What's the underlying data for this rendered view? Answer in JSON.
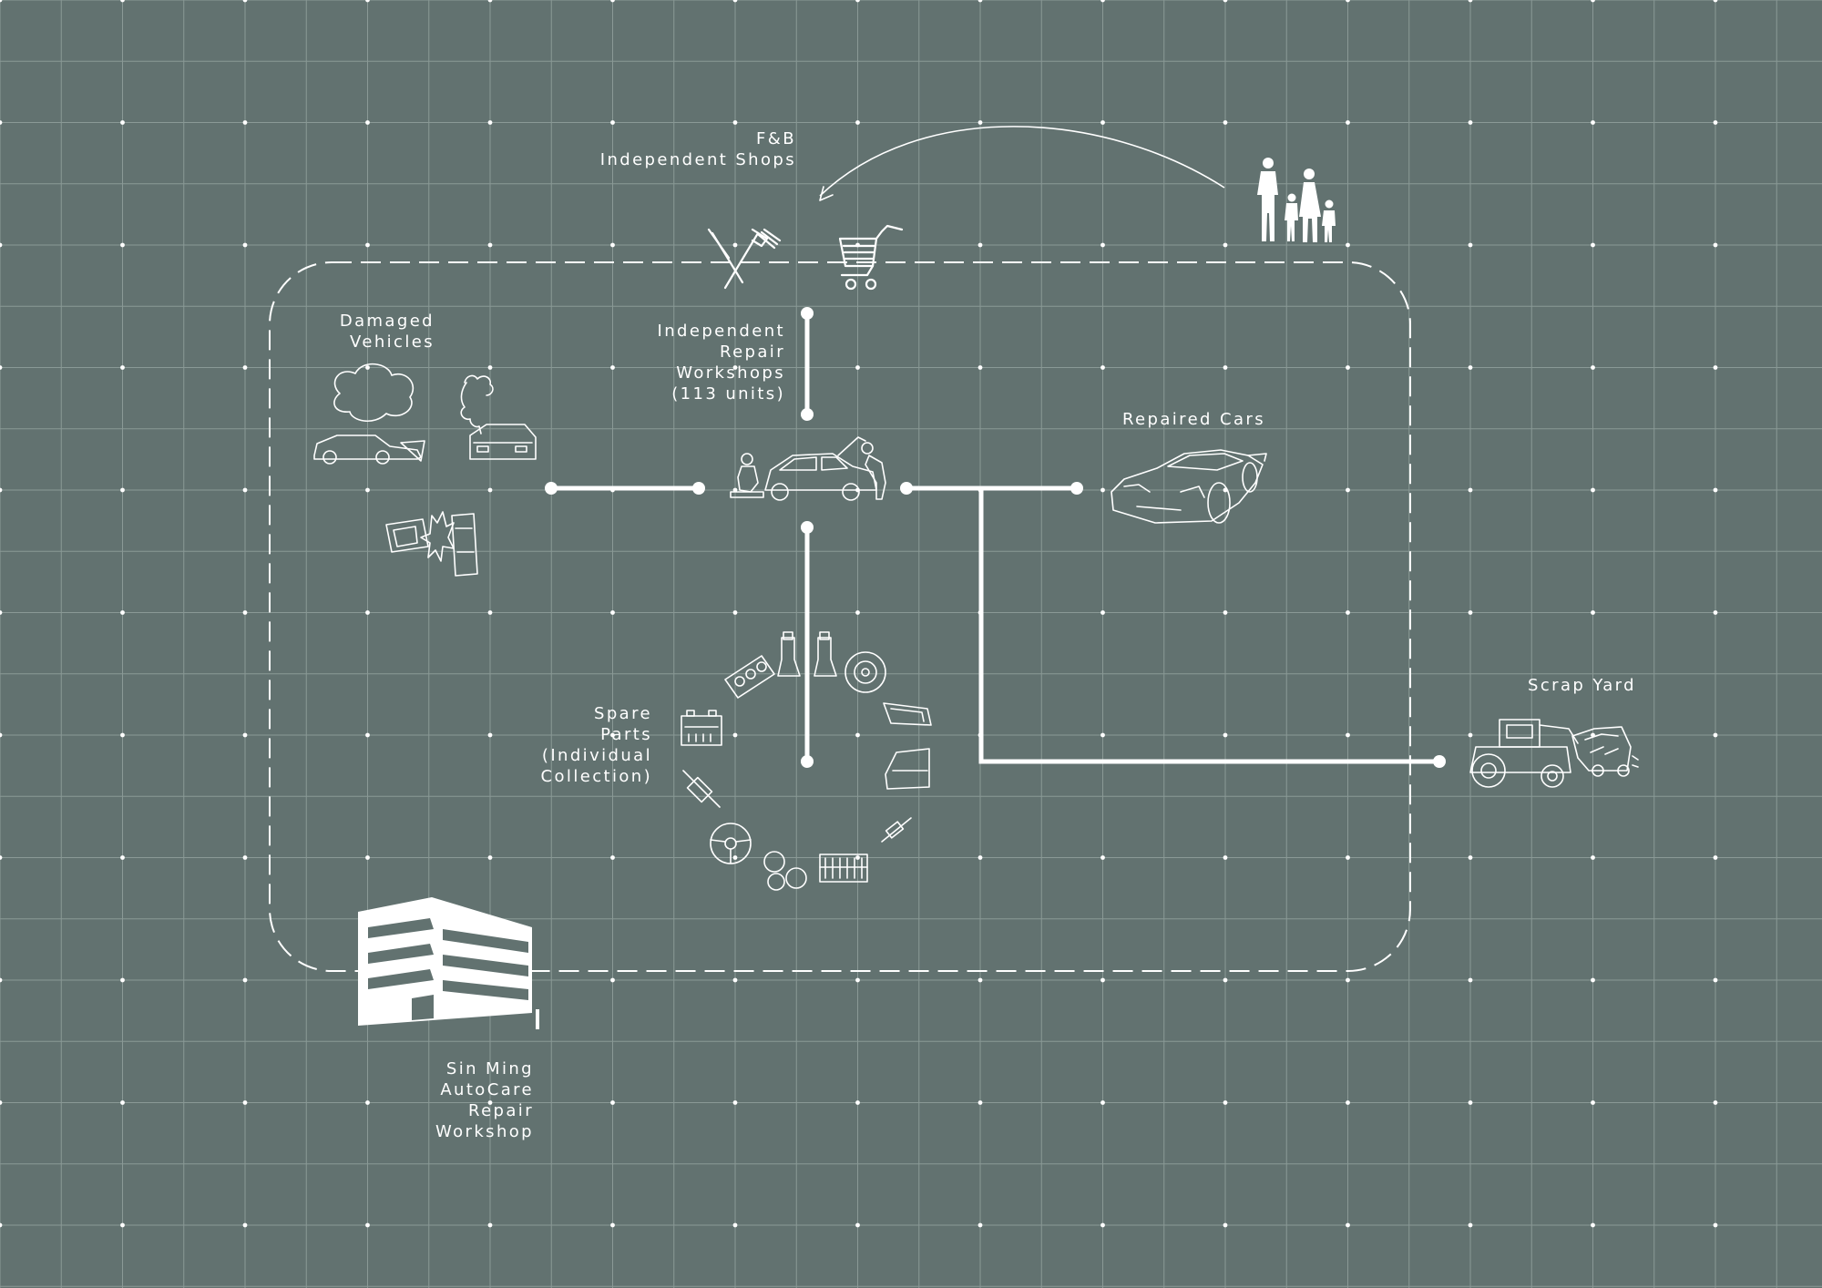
{
  "colors": {
    "background": "#627270",
    "grid_line": "#8a9996",
    "grid_dot": "#ffffff",
    "ink": "#ffffff"
  },
  "labels": {
    "fnb": [
      "F&B",
      "Independent Shops"
    ],
    "damaged": [
      "Damaged",
      "Vehicles"
    ],
    "workshops": [
      "Independent",
      "Repair",
      "Workshops",
      "(113 units)"
    ],
    "repaired": [
      "Repaired Cars"
    ],
    "spare": [
      "Spare",
      "Parts",
      "(Individual",
      "Collection)"
    ],
    "scrap": [
      "Scrap Yard"
    ],
    "sinming": [
      "Sin Ming",
      "AutoCare",
      "Repair",
      "Workshop"
    ]
  },
  "icons": {
    "fnb_cutlery": "fork-knife-icon",
    "fnb_cart": "shopping-cart-icon",
    "family": "family-silhouette-icon",
    "damaged_cars": "damaged-car-icon",
    "mechanic": "mechanic-repair-icon",
    "repaired_car": "sports-car-icon",
    "spare_parts": "spare-parts-icon",
    "scrap": "tow-tractor-icon",
    "building": "building-icon"
  }
}
